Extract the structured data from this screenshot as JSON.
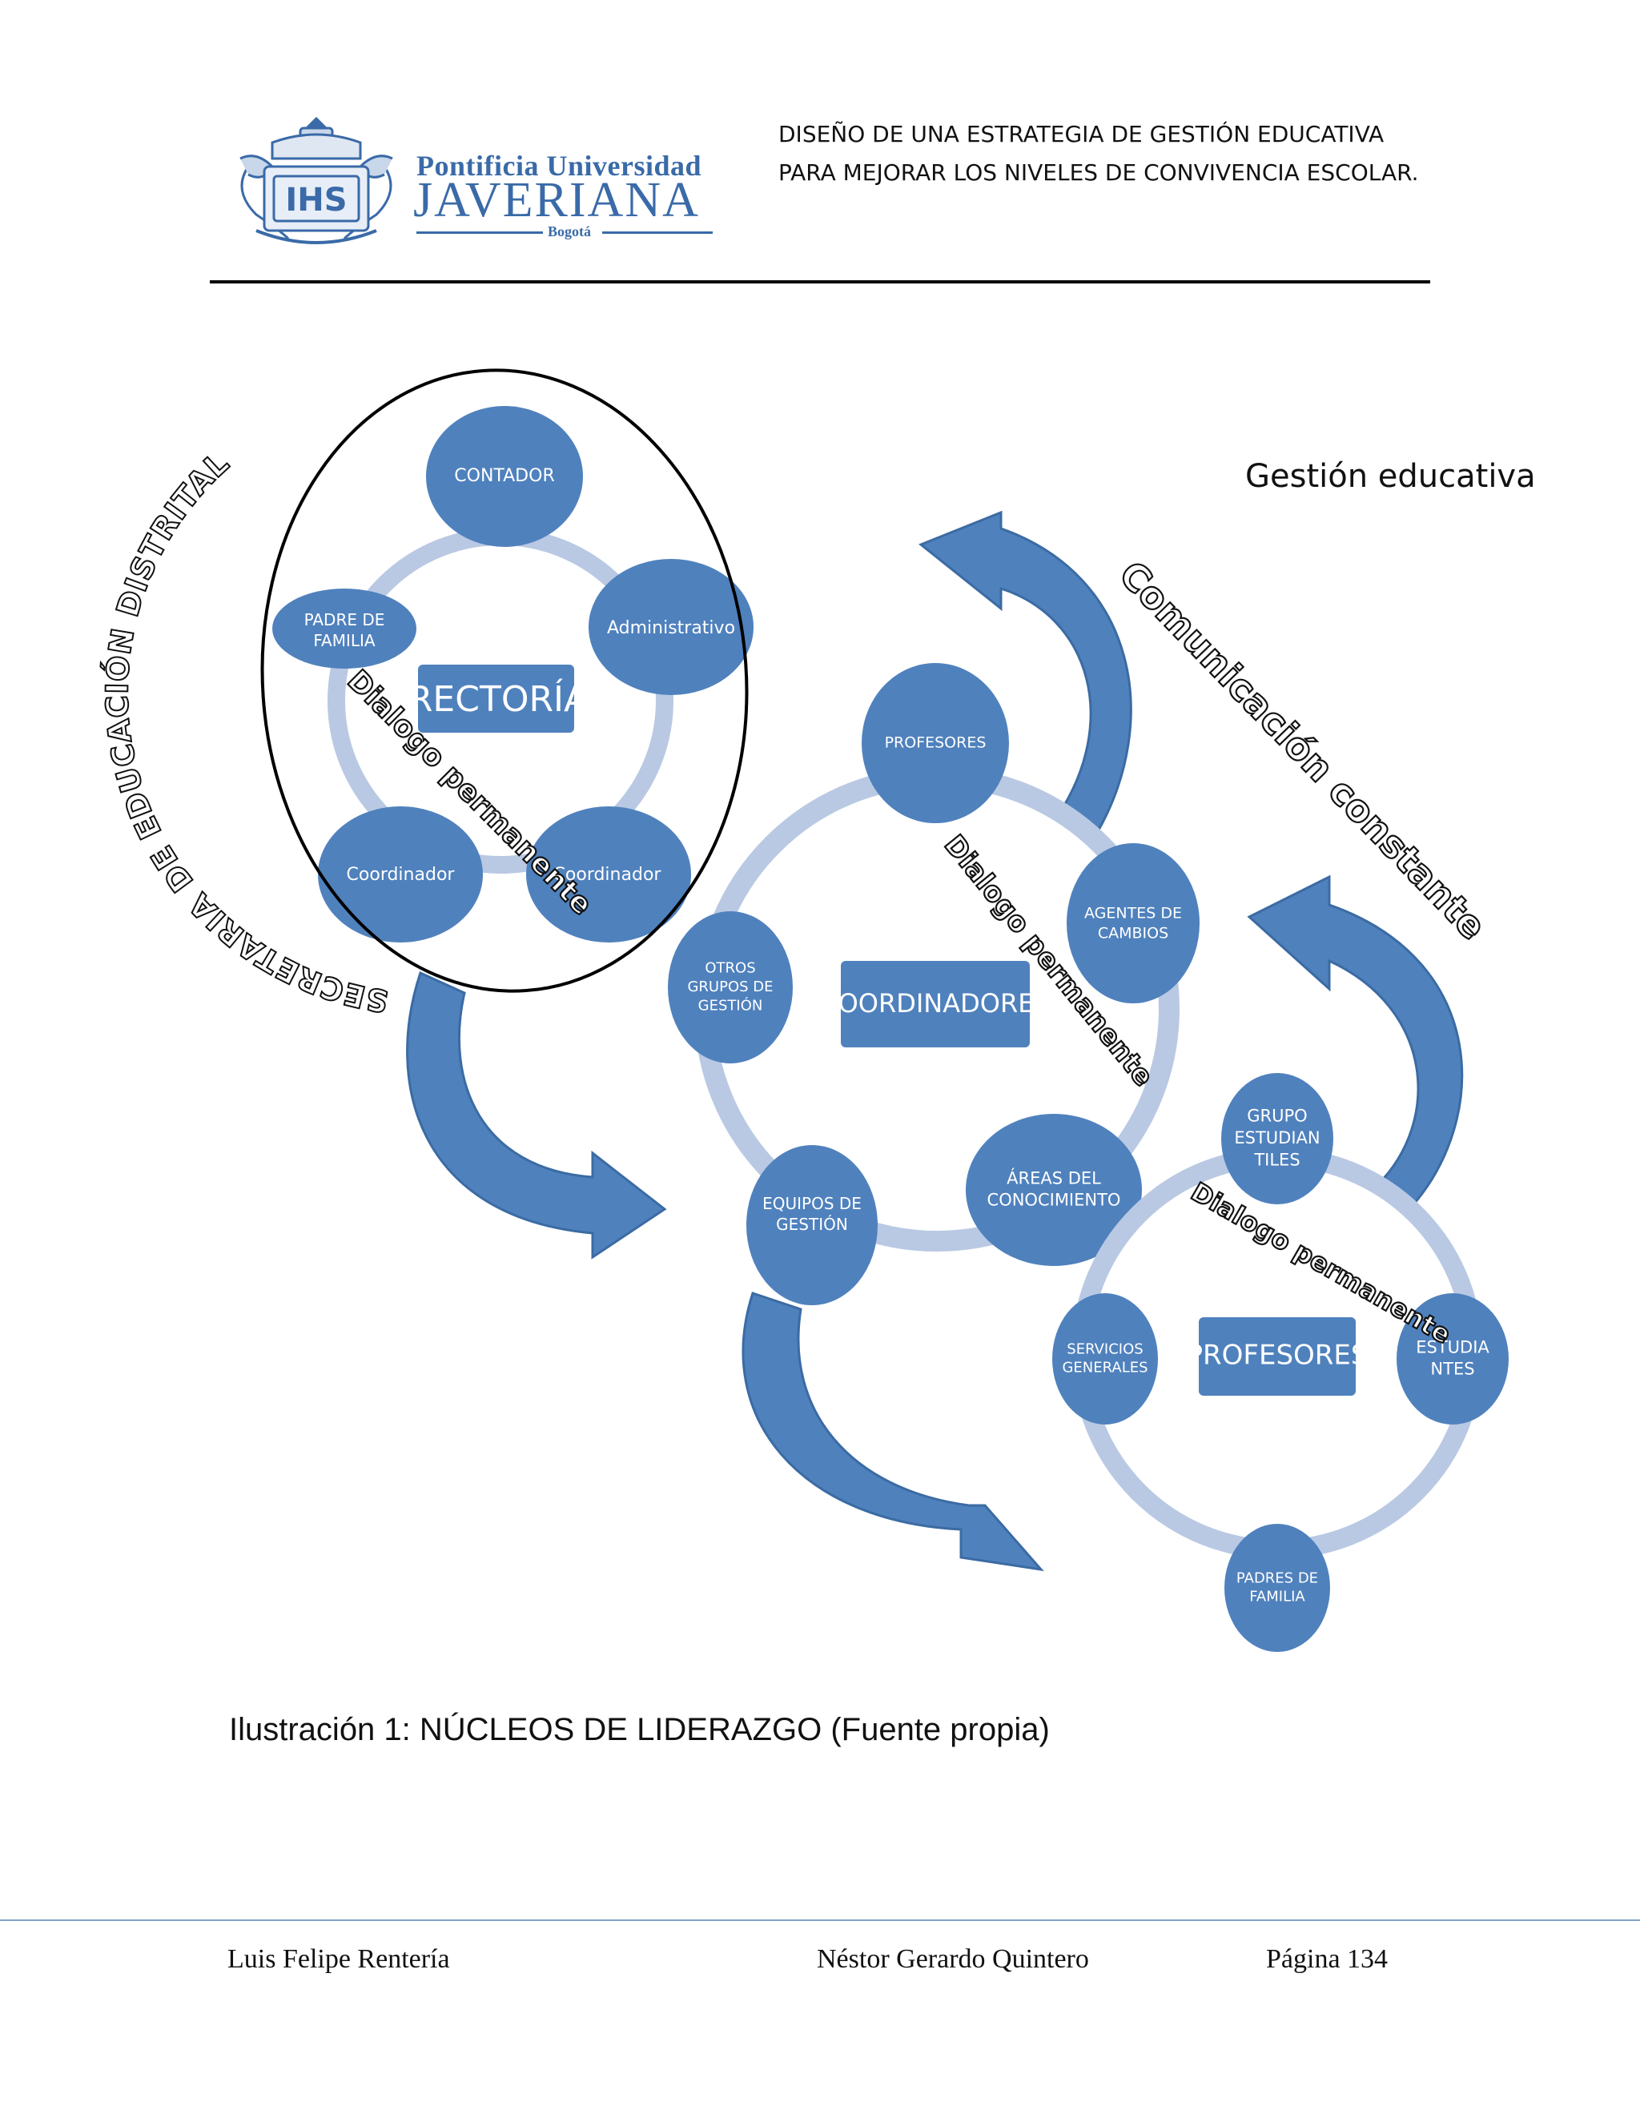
{
  "header": {
    "logo": {
      "line1": "Pontificia Universidad",
      "line2": "JAVERIANA",
      "line3": "Bogotá",
      "seal_letters": "IHS"
    },
    "title_line1": "DISEÑO DE UNA ESTRATEGIA DE GESTIÓN EDUCATIVA",
    "title_line2": "PARA MEJORAR LOS NIVELES DE CONVIVENCIA ESCOLAR."
  },
  "diagram": {
    "title": "Gestión educativa",
    "arc_label": "SECRETARIA DE EDUCACIÓN DISTRITAL",
    "comunicacion": "Comunicación constante",
    "dialogo": "Dialogo permanente",
    "rectoria": {
      "center": "RECTORÍA",
      "nodes": [
        "CONTADOR",
        "Administrativo",
        "Coordinador",
        "Coordinador",
        "PADRE DE FAMILIA"
      ]
    },
    "coordinadores": {
      "center": "COORDINADORES",
      "nodes": [
        "PROFESORES",
        "AGENTES DE CAMBIOS",
        "ÁREAS DEL CONOCIMIENTO",
        "EQUIPOS DE GESTIÓN",
        "OTROS GRUPOS DE GESTIÓN"
      ]
    },
    "profesores": {
      "center": "PROFESORES",
      "nodes": [
        "GRUPO ESTUDIANTILES",
        "ESTUDIANTES",
        "PADRES DE FAMILIA",
        "SERVICIOS GENERALES"
      ]
    },
    "colors": {
      "node": "#4f81bd",
      "node_dark": "#3b6ba3",
      "ring": "#b9c9e3",
      "arrow": "#4f81bd"
    }
  },
  "caption": "Ilustración 1: NÚCLEOS DE LIDERAZGO (Fuente propia)",
  "footer": {
    "author1": "Luis Felipe Rentería",
    "author2": "Néstor Gerardo Quintero",
    "page": "Página 134"
  }
}
